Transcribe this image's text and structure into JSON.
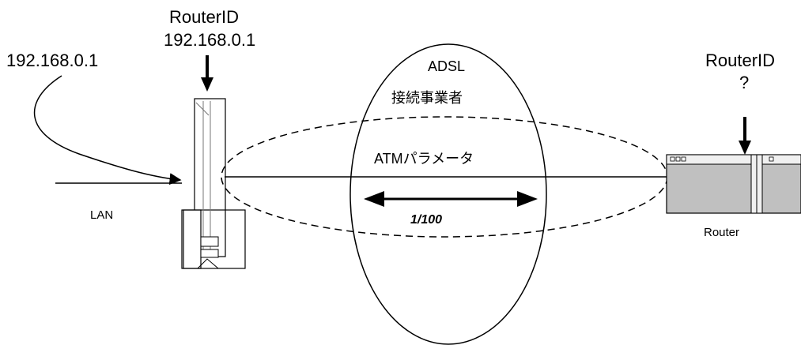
{
  "left_router": {
    "title": "RouterID",
    "id_value": "192.168.0.1"
  },
  "lan_ip": "192.168.0.1",
  "lan_label": "LAN",
  "isp": {
    "line1": "ADSL",
    "line2": "接続事業者"
  },
  "atm": {
    "label": "ATMパラメータ",
    "value": "1/100"
  },
  "right_router": {
    "title": "RouterID",
    "id_value": "?",
    "device_label": "Router"
  },
  "colors": {
    "line": "#000000",
    "device_fill": "#c0c0c0",
    "device_light": "#f0f0f0",
    "background": "#ffffff"
  }
}
